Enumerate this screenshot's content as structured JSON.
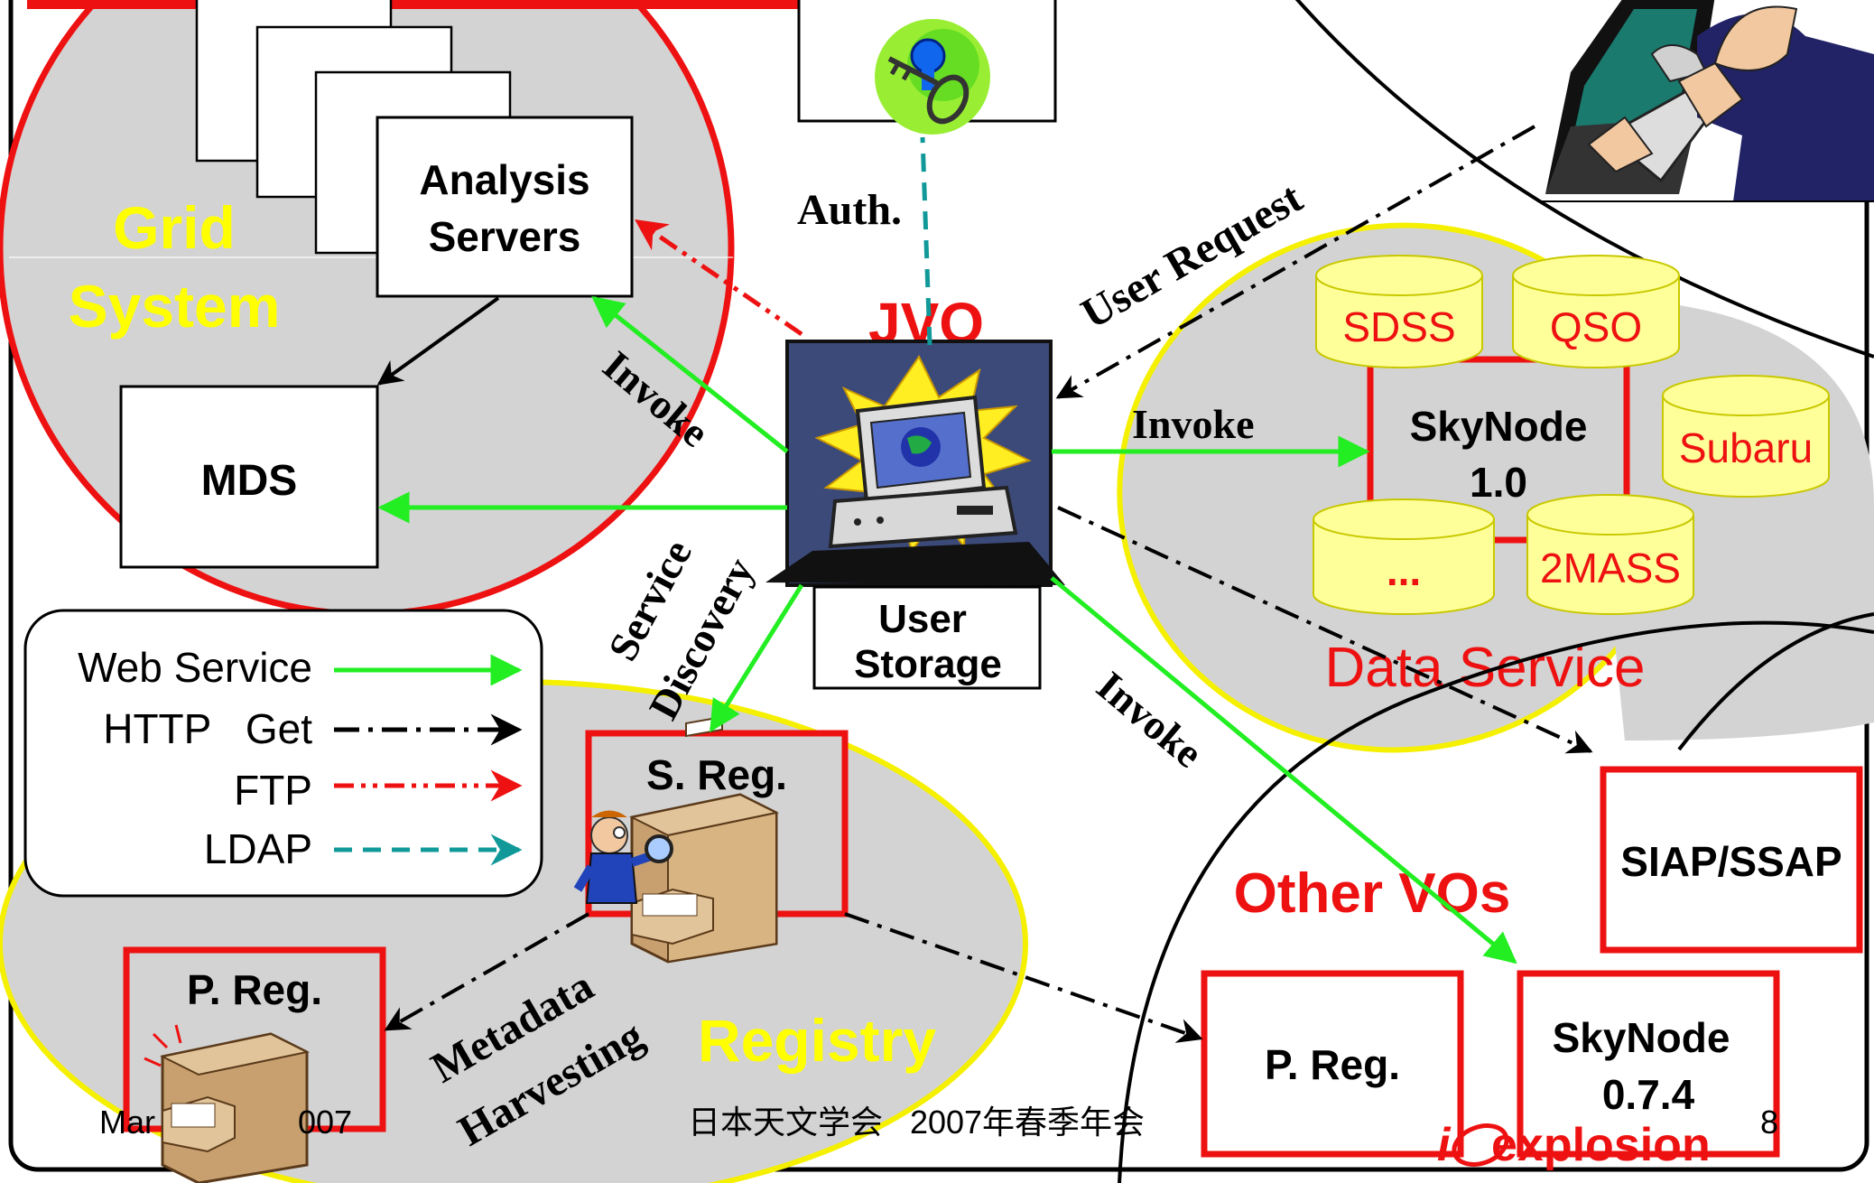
{
  "colors": {
    "web_service": "#22ee22",
    "http_get": "#000000",
    "ftp": "#ee1111",
    "ldap": "#119999",
    "region_fill": "#d3d3d3",
    "grid_border": "#ee1111",
    "yellow_border": "#f5f000",
    "db_fill": "#ffff99",
    "db_text": "#ee1111",
    "title_yellow": "#ffff00"
  },
  "grid_system": {
    "title_line1": "Grid",
    "title_line2": "System",
    "analysis_line1": "Analysis",
    "analysis_line2": "Servers",
    "mds": "MDS"
  },
  "jvo": {
    "title": "JVO",
    "storage_line1": "User",
    "storage_line2": "Storage"
  },
  "auth": {
    "label": "Auth."
  },
  "user_request": {
    "label": "User Request"
  },
  "data_service": {
    "title": "Data Service",
    "skynode_line1": "SkyNode",
    "skynode_line2": "1.0",
    "databases": [
      "SDSS",
      "QSO",
      "Subaru",
      "...",
      "2MASS"
    ]
  },
  "registry": {
    "title": "Registry",
    "s_reg": "S. Reg.",
    "p_reg": "P. Reg."
  },
  "other_vos": {
    "title": "Other VOs",
    "siap": "SIAP/SSAP",
    "p_reg": "P. Reg.",
    "skynode_line1": "SkyNode",
    "skynode_line2": "0.7.4"
  },
  "arrow_labels": {
    "invoke_left": "Invoke",
    "invoke_right": "Invoke",
    "invoke_bottom": "Invoke",
    "service_discovery_line1": "Service",
    "service_discovery_line2": "Discovery",
    "metadata_line1": "Metadata",
    "metadata_line2": "Harvesting"
  },
  "legend": {
    "items": [
      {
        "label": "Web Service",
        "style": "web_service"
      },
      {
        "label": "HTTP   Get",
        "style": "http_get"
      },
      {
        "label": "FTP",
        "style": "ftp"
      },
      {
        "label": "LDAP",
        "style": "ldap"
      }
    ]
  },
  "footer": {
    "left": "Mar",
    "left_year": "007",
    "center": "日本天文学会   2007年春季年会",
    "page": "8"
  },
  "watermark": {
    "text": "explosion"
  },
  "icons": {
    "key": "key-icon",
    "computer": "computer-icon",
    "cabinet": "file-cabinet-icon",
    "person": "person-with-magnifier-icon",
    "user_at_desk": "user-at-computer-icon"
  }
}
